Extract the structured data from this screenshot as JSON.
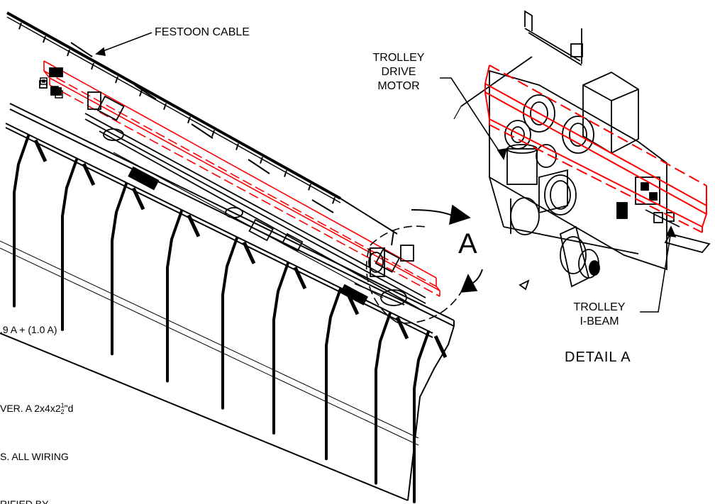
{
  "colors": {
    "ink": "#000000",
    "highlight": "#ff0000",
    "paper": "#ffffff"
  },
  "callouts": {
    "festoon_cable": "FESTOON CABLE",
    "trolley_drive_motor": [
      "TROLLEY",
      "DRIVE",
      "MOTOR"
    ],
    "trolley_ibeam": [
      "TROLLEY",
      "I-BEAM"
    ],
    "detail_marker": "A",
    "detail_title": "DETAIL  A"
  },
  "notes": {
    "line1": ".9 A + (1.0 A)",
    "line2_text": "VER.  A 2x4x2",
    "line2_frac_top": "1",
    "line2_frac_bottom": "2",
    "line2_tail": "\"d",
    "line3": "S.  ALL WIRING",
    "line4": "RIFIED BY"
  }
}
